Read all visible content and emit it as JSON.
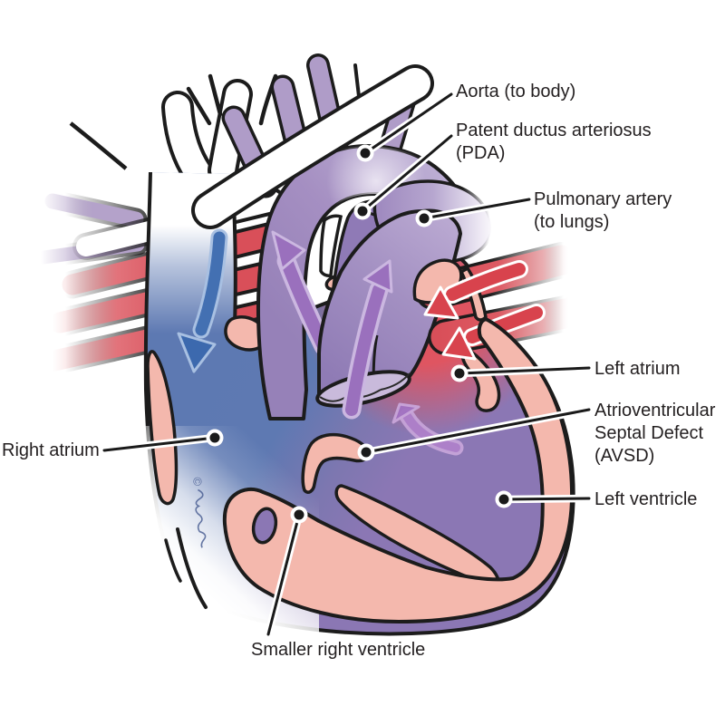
{
  "figure": {
    "alt": "Cross-section illustration of a heart with an atrioventricular septal defect, patent ductus arteriosus and a smaller right ventricle",
    "watermark_symbol": "©"
  },
  "palette": {
    "background": "#ffffff",
    "outline": "#1c1c1c",
    "label_text": "#231f20",
    "deoxygenated_blue": "#5d79b2",
    "oxygenated_red": "#dd4f58",
    "mixed_purple": "#8b77b4",
    "vessel_purple": "#a38ec2",
    "heart_wall_pink": "#f4b8ad",
    "arrow_blue": "#4370b2",
    "arrow_purple": "#9a70bd",
    "arrow_red": "#d8434d"
  },
  "labels": {
    "aorta": {
      "lines": [
        "Aorta (to body)"
      ]
    },
    "pda": {
      "lines": [
        "Patent ductus arteriosus",
        "(PDA)"
      ]
    },
    "pulmonary_artery": {
      "lines": [
        "Pulmonary artery",
        "(to lungs)"
      ]
    },
    "left_atrium": {
      "lines": [
        "Left atrium"
      ]
    },
    "avsd": {
      "lines": [
        "Atrioventricular",
        "Septal Defect",
        "(AVSD)"
      ]
    },
    "left_ventricle": {
      "lines": [
        "Left ventricle"
      ]
    },
    "right_atrium": {
      "lines": [
        "Right atrium"
      ]
    },
    "smaller_right_ventricle": {
      "lines": [
        "Smaller right ventricle"
      ]
    }
  },
  "flow_arrows": [
    {
      "name": "svc-into-right-atrium",
      "color": "blue"
    },
    {
      "name": "mixed-blood-up-aorta",
      "color": "purple"
    },
    {
      "name": "mixed-blood-up-pulmonary-artery",
      "color": "purple"
    },
    {
      "name": "pulmonary-vein-inflow-upper",
      "color": "red"
    },
    {
      "name": "pulmonary-vein-inflow-lower",
      "color": "red"
    },
    {
      "name": "flow-through-avsd",
      "color": "purple"
    }
  ]
}
